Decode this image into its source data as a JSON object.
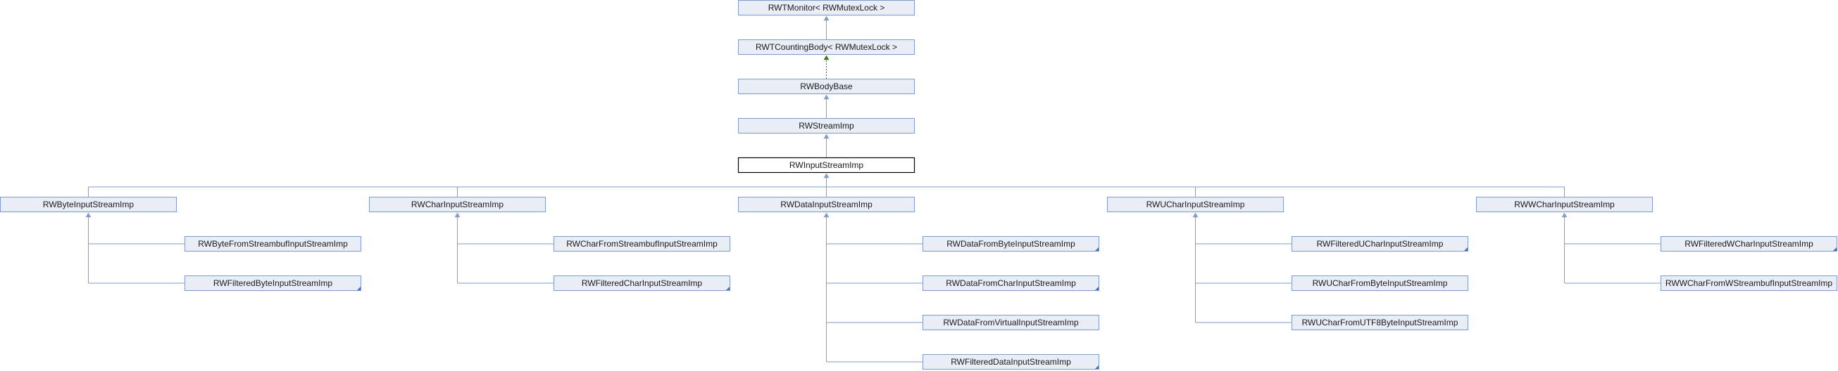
{
  "nodes": [
    {
      "id": "tmonitor",
      "label": "RWTMonitor< RWMutexLock >"
    },
    {
      "id": "tcounting",
      "label": "RWTCountingBody< RWMutexLock >"
    },
    {
      "id": "bodybase",
      "label": "RWBodyBase"
    },
    {
      "id": "streamimp",
      "label": "RWStreamImp"
    },
    {
      "id": "inputstreamimp",
      "label": "RWInputStreamImp",
      "current": true
    },
    {
      "id": "byteinput",
      "label": "RWByteInputStreamImp"
    },
    {
      "id": "charinput",
      "label": "RWCharInputStreamImp"
    },
    {
      "id": "datainput",
      "label": "RWDataInputStreamImp"
    },
    {
      "id": "ucharinput",
      "label": "RWUCharInputStreamImp"
    },
    {
      "id": "wcharinput",
      "label": "RWWCharInputStreamImp"
    },
    {
      "id": "bytefromstreambuf",
      "label": "RWByteFromStreambufInputStreamImp"
    },
    {
      "id": "filteredbyte",
      "label": "RWFilteredByteInputStreamImp",
      "more": true
    },
    {
      "id": "charfromstreambuf",
      "label": "RWCharFromStreambufInputStreamImp"
    },
    {
      "id": "filteredchar",
      "label": "RWFilteredCharInputStreamImp",
      "more": true
    },
    {
      "id": "datafrombyte",
      "label": "RWDataFromByteInputStreamImp",
      "more": true
    },
    {
      "id": "datafromchar",
      "label": "RWDataFromCharInputStreamImp",
      "more": true
    },
    {
      "id": "datafromvirtual",
      "label": "RWDataFromVirtualInputStreamImp"
    },
    {
      "id": "filtereddata",
      "label": "RWFilteredDataInputStreamImp",
      "more": true
    },
    {
      "id": "filtereduchar",
      "label": "RWFilteredUCharInputStreamImp",
      "more": true
    },
    {
      "id": "ucharfrombyte",
      "label": "RWUCharFromByteInputStreamImp"
    },
    {
      "id": "ucharfromutf8",
      "label": "RWUCharFromUTF8ByteInputStreamImp"
    },
    {
      "id": "filteredwchar",
      "label": "RWFilteredWCharInputStreamImp",
      "more": true
    },
    {
      "id": "wcharfromwstreambuf",
      "label": "RWWCharFromWStreambufInputStreamImp"
    }
  ],
  "edges": [
    {
      "from": "tcounting",
      "to": "tmonitor"
    },
    {
      "from": "bodybase",
      "to": "tcounting",
      "style": "dotted"
    },
    {
      "from": "streamimp",
      "to": "bodybase"
    },
    {
      "from": "inputstreamimp",
      "to": "streamimp"
    },
    {
      "from": "byteinput",
      "to": "inputstreamimp"
    },
    {
      "from": "charinput",
      "to": "inputstreamimp"
    },
    {
      "from": "datainput",
      "to": "inputstreamimp"
    },
    {
      "from": "ucharinput",
      "to": "inputstreamimp"
    },
    {
      "from": "wcharinput",
      "to": "inputstreamimp"
    },
    {
      "from": "bytefromstreambuf",
      "to": "byteinput"
    },
    {
      "from": "filteredbyte",
      "to": "byteinput"
    },
    {
      "from": "charfromstreambuf",
      "to": "charinput"
    },
    {
      "from": "filteredchar",
      "to": "charinput"
    },
    {
      "from": "datafrombyte",
      "to": "datainput"
    },
    {
      "from": "datafromchar",
      "to": "datainput"
    },
    {
      "from": "datafromvirtual",
      "to": "datainput"
    },
    {
      "from": "filtereddata",
      "to": "datainput"
    },
    {
      "from": "filtereduchar",
      "to": "ucharinput"
    },
    {
      "from": "ucharfrombyte",
      "to": "ucharinput"
    },
    {
      "from": "ucharfromutf8",
      "to": "ucharinput"
    },
    {
      "from": "filteredwchar",
      "to": "wcharinput"
    },
    {
      "from": "wcharfromwstreambuf",
      "to": "wcharinput"
    }
  ]
}
